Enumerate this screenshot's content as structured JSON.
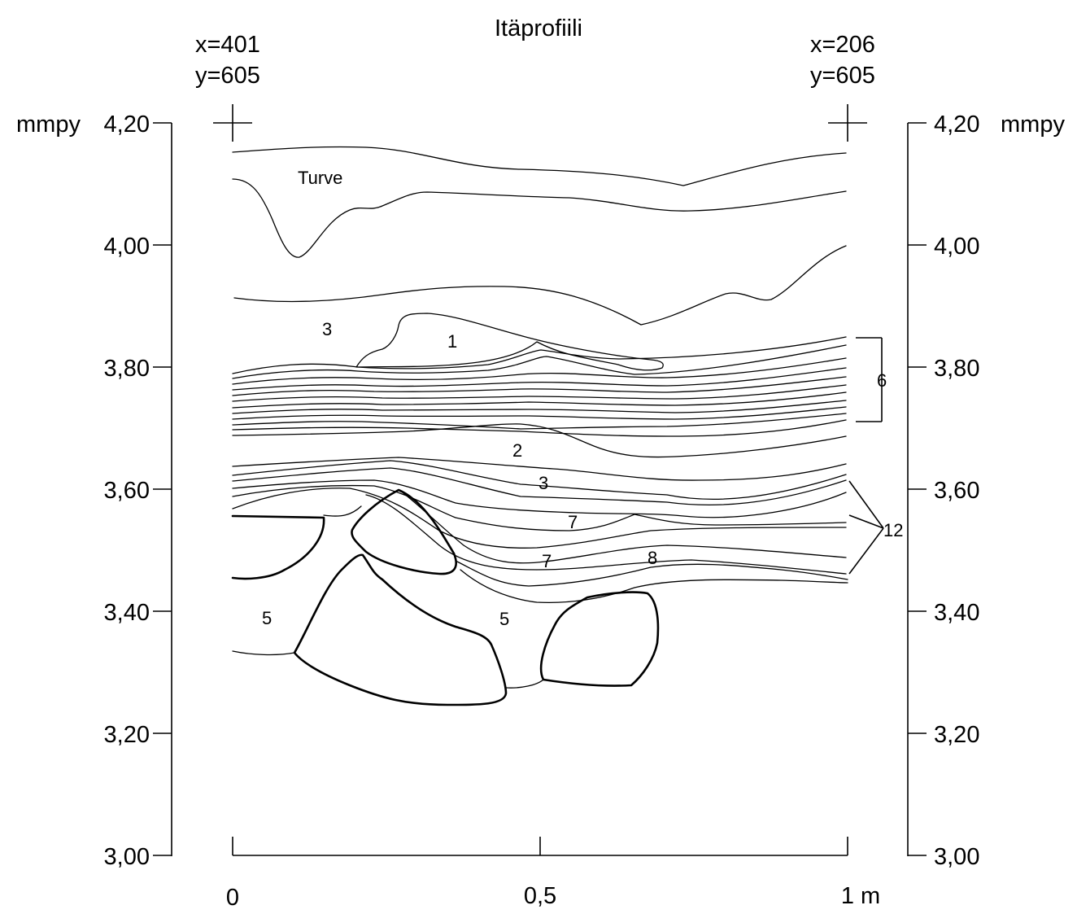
{
  "title": "Itäprofiili",
  "corner_left": {
    "x": "x=401",
    "y": "y=605"
  },
  "corner_right": {
    "x": "x=206",
    "y": "y=605"
  },
  "y_axis": {
    "unit": "mmpy",
    "ticks": [
      "4,20",
      "4,00",
      "3,80",
      "3,60",
      "3,40",
      "3,20",
      "3,00"
    ],
    "range": [
      3.0,
      4.2
    ]
  },
  "x_axis": {
    "ticks": [
      "0",
      "0,5",
      "1 m"
    ],
    "range": [
      0,
      1
    ]
  },
  "layer_labels": {
    "turve": "Turve",
    "l1": "1",
    "l2": "2",
    "l3a": "3",
    "l3b": "3",
    "l5a": "5",
    "l5b": "5",
    "l6": "6",
    "l7a": "7",
    "l7b": "7",
    "l8": "8",
    "l12": "12"
  }
}
